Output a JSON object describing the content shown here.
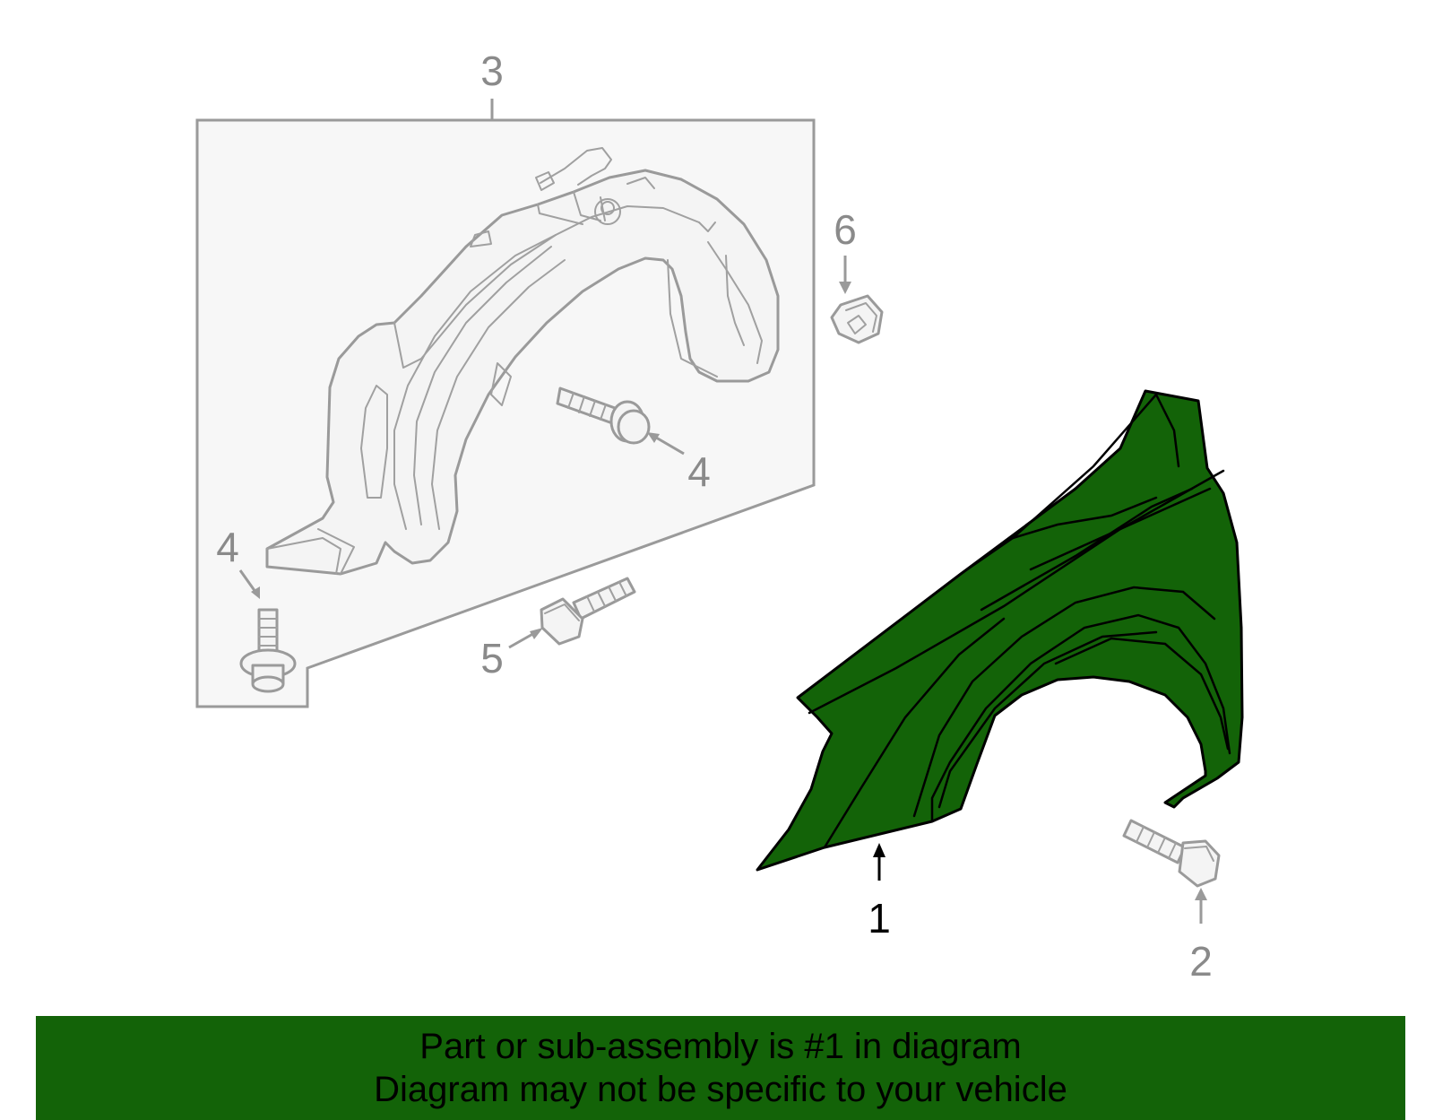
{
  "callouts": {
    "part_1": "1",
    "part_2": "2",
    "part_3": "3",
    "part_4_upper": "4",
    "part_4_lower": "4",
    "part_5": "5",
    "part_6": "6"
  },
  "banner": {
    "line1": "Part or sub-assembly is #1 in diagram",
    "line2": "Diagram may not be specific to your vehicle"
  },
  "colors": {
    "highlight": "#136308",
    "line_art": "#9a9a9a",
    "callout_main": "#000000"
  }
}
